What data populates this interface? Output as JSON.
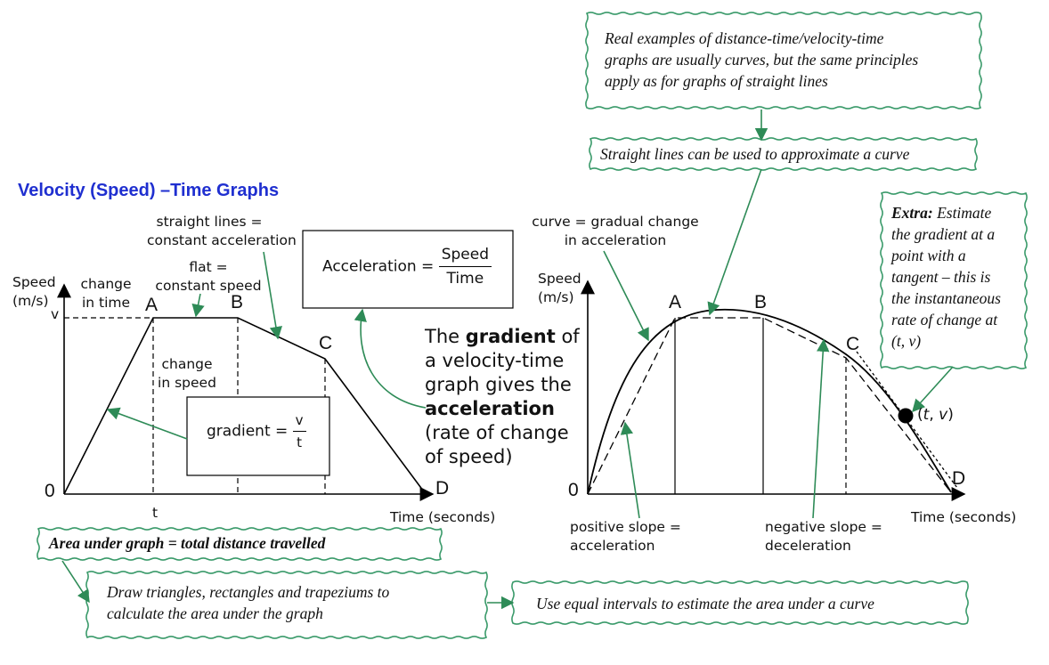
{
  "title": "Velocity (Speed) –Time Graphs",
  "left_graph": {
    "y_axis_label_1": "Speed",
    "y_axis_label_2": "(m/s)",
    "x_axis_label": "Time (seconds)",
    "origin_label": "0",
    "v_label": "v",
    "t_label": "t",
    "points": [
      "A",
      "B",
      "C",
      "D"
    ],
    "label_straight_1": "straight lines =",
    "label_straight_2": "constant acceleration",
    "label_flat_1": "flat =",
    "label_flat_2": "constant speed",
    "label_change_time_1": "change",
    "label_change_time_2": "in time",
    "label_change_speed_1": "change",
    "label_change_speed_2": "in speed",
    "gradient_prefix": "gradient =",
    "gradient_num": "v",
    "gradient_den": "t"
  },
  "acceleration_box": {
    "prefix": "Acceleration =",
    "num": "Speed",
    "den": "Time"
  },
  "gradient_statement": {
    "line1a": "The ",
    "line1b": "gradient",
    "line1c": " of",
    "line2": "a velocity-time",
    "line3": "graph gives the",
    "line4": "acceleration",
    "line5": "(rate of change",
    "line6": "of speed)"
  },
  "right_graph": {
    "y_axis_label_1": "Speed",
    "y_axis_label_2": "(m/s)",
    "x_axis_label": "Time (seconds)",
    "origin_label": "0",
    "points": [
      "A",
      "B",
      "C",
      "D"
    ],
    "tv_open": "(",
    "tv_t": "t",
    "tv_comma": ", ",
    "tv_v": "v",
    "tv_close": ")",
    "label_curve_1": "curve = gradual change",
    "label_curve_2": "in acceleration",
    "label_pos_1": "positive slope =",
    "label_pos_2": "acceleration",
    "label_neg_1": "negative slope =",
    "label_neg_2": "deceleration"
  },
  "notes": {
    "real_examples": [
      "Real examples of distance-time/velocity-time",
      "graphs are usually curves, but the same principles",
      "apply as for graphs of straight lines"
    ],
    "straight_lines": "Straight lines can be used to approximate a curve",
    "extra_bold": "Extra:",
    "extra_lines": [
      " Estimate",
      "the gradient at a",
      "point with a",
      "tangent – this is",
      "the instantaneous",
      "rate of change at"
    ],
    "extra_tv": "(t, v)",
    "area_under": "Area under graph = total distance travelled",
    "triangles": [
      "Draw triangles, rectangles and trapeziums to",
      "calculate the area under the graph"
    ],
    "equal_intervals": "Use equal intervals to estimate the area under a curve"
  },
  "colors": {
    "title": "#1f2fd0",
    "arrow": "#2e8b57",
    "note_border": "#3a9a6a"
  }
}
